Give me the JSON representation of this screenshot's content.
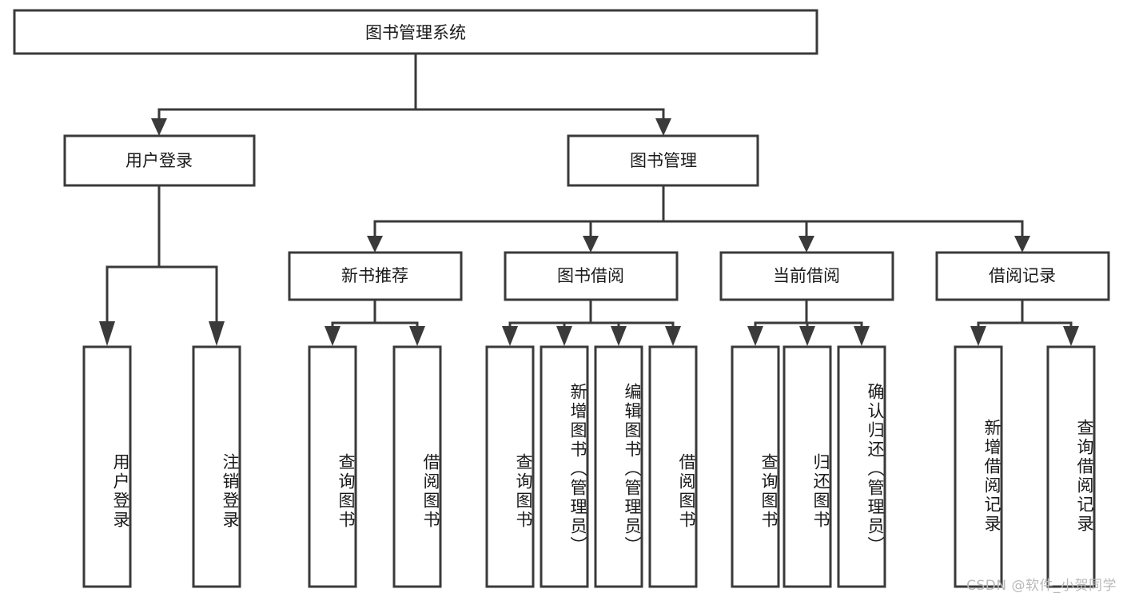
{
  "diagram": {
    "type": "tree-hierarchy",
    "title": "图书管理系统",
    "watermark": "CSDN @软件_小贺同学",
    "colors": {
      "stroke": "#3a3a3a",
      "fill": "#ffffff",
      "text": "#1a1a1a",
      "watermark": "#b9b9b9"
    },
    "root": {
      "label": "图书管理系统"
    },
    "level2": [
      {
        "label": "用户登录"
      },
      {
        "label": "图书管理"
      }
    ],
    "level3": [
      {
        "label": "新书推荐"
      },
      {
        "label": "图书借阅"
      },
      {
        "label": "当前借阅"
      },
      {
        "label": "借阅记录"
      }
    ],
    "leaves": {
      "user_login": [
        {
          "label": "用户登录"
        },
        {
          "label": "注销登录"
        }
      ],
      "new_book_recommend": [
        {
          "label": "查询图书"
        },
        {
          "label": "借阅图书"
        }
      ],
      "book_borrow": [
        {
          "label": "查询图书"
        },
        {
          "label": "新增图书（管理员）"
        },
        {
          "label": "编辑图书（管理员）"
        },
        {
          "label": "借阅图书"
        }
      ],
      "current_borrow": [
        {
          "label": "查询图书"
        },
        {
          "label": "归还图书"
        },
        {
          "label": "确认归还（管理员）"
        }
      ],
      "borrow_record": [
        {
          "label": "新增借阅记录"
        },
        {
          "label": "查询借阅记录"
        }
      ]
    }
  }
}
